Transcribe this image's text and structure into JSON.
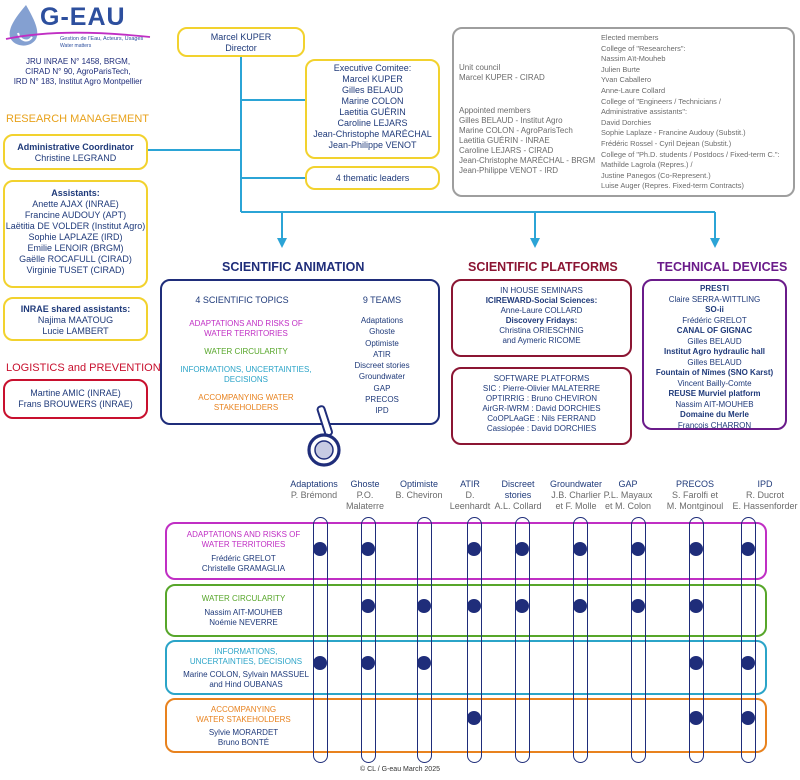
{
  "logo": {
    "name": "G-EAU",
    "tagline": "Gestion de l'Eau, Acteurs, Usages",
    "subtag": "Water matters",
    "affiliation": [
      "JRU INRAE N° 1458, BRGM,",
      "CIRAD N° 90, AgroParisTech,",
      "IRD N° 183, Institut Agro Montpellier"
    ]
  },
  "director": {
    "name": "Marcel KUPER",
    "role": "Director"
  },
  "executive": {
    "title": "Executive Comitee:",
    "members": [
      "Marcel KUPER",
      "Gilles BELAUD",
      "Marine COLON",
      "Laetitia GUÉRIN",
      "Caroline LEJARS",
      "Jean-Christophe MARÉCHAL",
      "Jean-Philippe VENOT"
    ]
  },
  "thematic_leaders": "4 thematic leaders",
  "council": {
    "unit_council_label": "Unit council",
    "unit_council_name": "Marcel KUPER - CIRAD",
    "appointed_title": "Appointed members",
    "appointed": [
      "Gilles BELAUD - Institut Agro",
      "Marine COLON - AgroParisTech",
      "Laetitia GUÉRIN - INRAE",
      "Caroline LEJARS - CIRAD",
      "Jean-Christophe MARÉCHAL - BRGM",
      "Jean-Philippe VENOT - IRD"
    ],
    "elected": [
      "Elected members",
      "College of \"Researchers\":",
      "Nassim Aït-Mouheb",
      "Julien Burte",
      "Yvan Caballero",
      "Anne-Laure Collard",
      "College of \"Engineers / Technicians /",
      "Administrative assistants\":",
      "David Dorchies",
      "Sophie Laplaze - Francine Audouy (Substit.)",
      "Frédéric Rossel - Cyril Dejean (Substit.)",
      "College of \"Ph.D. students / Postdocs / Fixed-term C.\":",
      "Mathilde Lagrola (Repres.) /",
      "Justine Panegos (Co-Represent.)",
      "Luise Auger (Repres. Fixed-term Contracts)"
    ]
  },
  "research_management": "RESEARCH MANAGEMENT",
  "admin": {
    "title": "Administrative Coordinator",
    "name": "Christine LEGRAND"
  },
  "assistants": {
    "title": "Assistants:",
    "names": [
      "Anette AJAX (INRAE)",
      "Francine AUDOUY (APT)",
      "Laëtitia DE VOLDER (Institut Agro)",
      "Sophie LAPLAZE (IRD)",
      "Emilie LENOIR (BRGM)",
      "Gaëlle ROCAFULL (CIRAD)",
      "Virginie TUSET (CIRAD)"
    ]
  },
  "shared": {
    "title": "INRAE shared assistants:",
    "names": [
      "Najima MAATOUG",
      "Lucie LAMBERT"
    ]
  },
  "logistics": {
    "title": "LOGISTICS and PREVENTION",
    "names": [
      "Martine AMIC (INRAE)",
      "Frans BROUWERS (INRAE)"
    ]
  },
  "animation": {
    "title": "SCIENTIFIC ANIMATION",
    "topics_title": "4 SCIENTIFIC TOPICS",
    "topics": [
      {
        "label": "ADAPTATIONS AND RISKS OF WATER TERRITORIES",
        "color": "#c02fc4"
      },
      {
        "label": "WATER CIRCULARITY",
        "color": "#57a62a"
      },
      {
        "label": "INFORMATIONS, UNCERTAINTIES, DECISIONS",
        "color": "#2ba4c8"
      },
      {
        "label": "ACCOMPANYING WATER STAKEHOLDERS",
        "color": "#e8821e"
      }
    ],
    "teams_title": "9 TEAMS",
    "teams": [
      "Adaptations",
      "Ghoste",
      "Optimiste",
      "ATIR",
      "Discreet stories",
      "Groundwater",
      "GAP",
      "PRECOS",
      "IPD"
    ]
  },
  "platforms": {
    "title": "SCIENTIFIC PLATFORMS",
    "seminars": [
      "IN HOUSE SEMINARS",
      "ICIREWARD-Social Sciences:",
      "Anne-Laure COLLARD",
      "Discovery Fridays:",
      "Christina ORIESCHNIG",
      "and Aymeric RICOME"
    ],
    "software": [
      "SOFTWARE PLATFORMS",
      "SIC : Pierre-Olivier MALATERRE",
      "OPTIRRIG : Bruno CHEVIRON",
      "AirGR-IWRM : David DORCHIES",
      "CoOPLAaGE : Nils FERRAND",
      "Cassiopée : David DORCHIES"
    ]
  },
  "devices": {
    "title": "TECHNICAL DEVICES",
    "lines": [
      "PRESTI",
      "Claire SERRA-WITTLING",
      "SO-ii",
      "Frédéric GRELOT",
      "CANAL OF GIGNAC",
      "Gilles BELAUD",
      "Institut Agro hydraulic hall",
      "Gilles BELAUD",
      "Fountain of Nîmes (SNO Karst)",
      "Vincent Bailly-Comte",
      "REUSE Murviel platform",
      "Nassim AIT-MOUHEB",
      "Domaine du Merle",
      "François CHARRON"
    ]
  },
  "matrix": {
    "teams": [
      {
        "name": "Adaptations",
        "leaders": [
          "P. Brémond"
        ]
      },
      {
        "name": "Ghoste",
        "leaders": [
          "P.O.",
          "Malaterre"
        ]
      },
      {
        "name": "Optimiste",
        "leaders": [
          "B. Cheviron"
        ]
      },
      {
        "name": "ATIR",
        "leaders": [
          "D.",
          "Leenhardt"
        ]
      },
      {
        "name": "Discreet stories",
        "leaders": [
          "A.L. Collard"
        ]
      },
      {
        "name": "Groundwater",
        "leaders": [
          "J.B. Charlier",
          "et F. Molle"
        ]
      },
      {
        "name": "GAP",
        "leaders": [
          "P.L. Mayaux",
          "et M. Colon"
        ]
      },
      {
        "name": "PRECOS",
        "leaders": [
          "S. Farolfi et",
          "M. Montginoul"
        ]
      },
      {
        "name": "IPD",
        "leaders": [
          "R. Ducrot",
          "E. Hassenforder"
        ]
      }
    ],
    "topics": [
      {
        "name": [
          "ADAPTATIONS AND RISKS OF",
          "WATER TERRITORIES"
        ],
        "leaders": [
          "Frédéric GRELOT",
          "Christelle GRAMAGLIA"
        ],
        "color": "#c02fc4"
      },
      {
        "name": [
          "WATER CIRCULARITY"
        ],
        "leaders": [
          "Nassim AIT-MOUHEB",
          "Noémie NEVERRE"
        ],
        "color": "#57a62a"
      },
      {
        "name": [
          "INFORMATIONS,",
          "UNCERTAINTIES, DECISIONS"
        ],
        "leaders": [
          "Marine COLON, Sylvain MASSUEL",
          "and Hind OUBANAS"
        ],
        "color": "#2ba4c8"
      },
      {
        "name": [
          "ACCOMPANYING",
          "WATER STAKEHOLDERS"
        ],
        "leaders": [
          "Sylvie MORARDET",
          "Bruno BONTÉ"
        ],
        "color": "#e8821e"
      }
    ],
    "membership": [
      [
        1,
        1,
        0,
        1,
        1,
        1,
        1,
        1,
        1
      ],
      [
        0,
        1,
        1,
        1,
        1,
        1,
        1,
        1,
        0
      ],
      [
        1,
        1,
        1,
        0,
        0,
        0,
        0,
        1,
        1
      ],
      [
        0,
        0,
        0,
        1,
        0,
        0,
        0,
        1,
        1
      ]
    ]
  },
  "footer": "© CL / G-eau March 2025",
  "colors": {
    "navy": "#1f2d7a",
    "yellow": "#f2d22e",
    "red": "#c8102e",
    "maroon": "#8b1533",
    "purple": "#6a1b8a",
    "arrow": "#2ba4d6",
    "research": "#e8a21c"
  }
}
